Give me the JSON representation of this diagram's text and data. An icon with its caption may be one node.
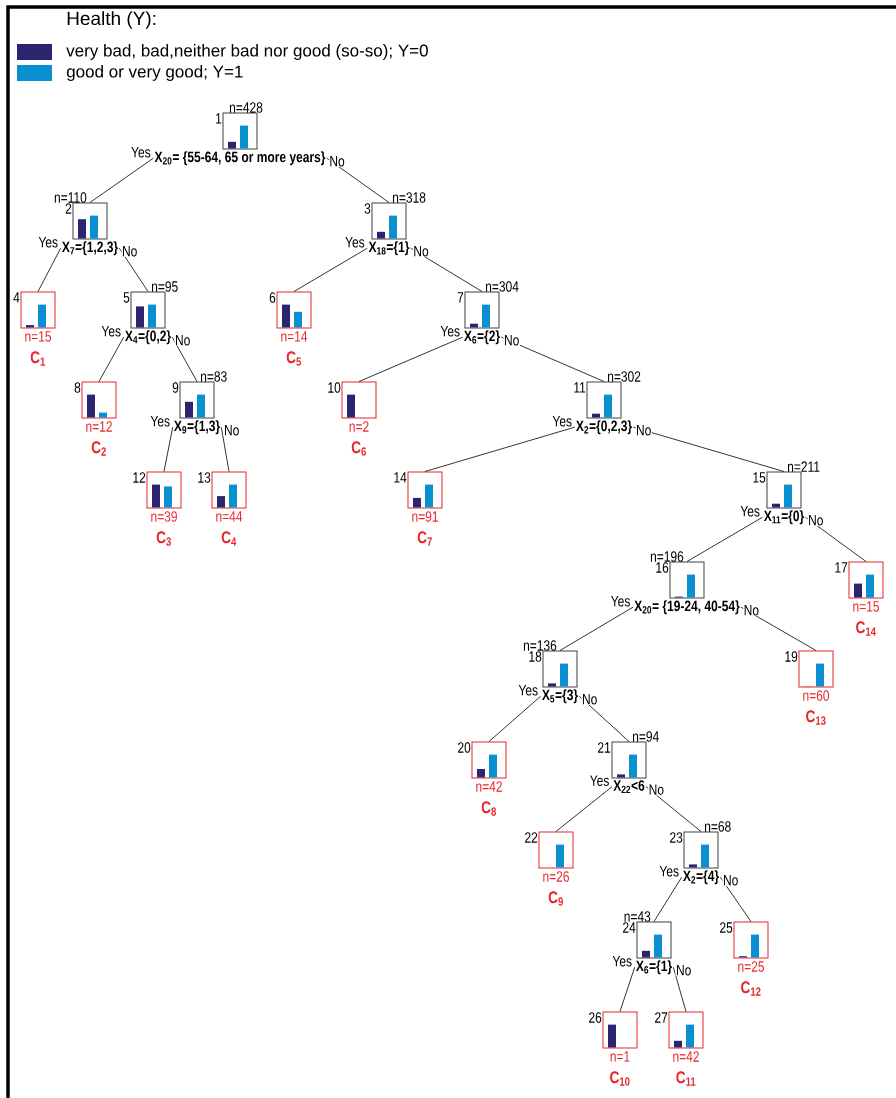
{
  "diagram": {
    "title": "Health (Y):",
    "nodes": [
      {
        "text": [
          "n=428",
          "1",
          "X$_{20}$= {55-64, 65 or more years}"
        ]
      },
      {
        "text": [
          "n=110",
          "2",
          "X$_{7}$={1,2,3}"
        ]
      },
      {
        "text": [
          "n=318",
          "3",
          "X$_{18}$={1}"
        ]
      },
      {
        "text": [
          "4",
          "n=15",
          "C$_{1}$"
        ]
      },
      {
        "text": [
          "n=95",
          "5",
          "X$_{4}$={0,2}"
        ]
      },
      {
        "text": [
          "6",
          "n=14",
          "C$_{5}$"
        ]
      },
      {
        "text": [
          "n=304",
          "7",
          "X$_{6}$={2}"
        ]
      },
      {
        "text": [
          "8",
          "n=12",
          "C$_{2}$"
        ]
      },
      {
        "text": [
          "n=83",
          "9",
          "X$_{9}$={1,3}"
        ]
      },
      {
        "text": [
          "10",
          "n=2",
          "C$_{6}$"
        ]
      },
      {
        "text": [
          "n=302",
          "11",
          "X$_{2}$={0,2,3}"
        ]
      },
      {
        "text": [
          "12",
          "n=39",
          "C$_{3}$"
        ]
      },
      {
        "text": [
          "13",
          "n=44",
          "C$_{4}$"
        ]
      },
      {
        "text": [
          "14",
          "n=91",
          "C$_{7}$"
        ]
      },
      {
        "text": [
          "n=211",
          "15",
          "X$_{11}$={0}"
        ]
      },
      {
        "text": [
          "n=196",
          "16",
          "X$_{20}$= {19-24, 40-54}"
        ]
      },
      {
        "text": [
          "17",
          "n=15",
          "C$_{14}$"
        ]
      },
      {
        "text": [
          "n=136",
          "18",
          "X$_{5}$={3}"
        ]
      },
      {
        "text": [
          "19",
          "n=60",
          "C$_{13}$"
        ]
      },
      {
        "text": [
          "20",
          "n=42",
          "C$_{8}$"
        ]
      },
      {
        "text": [
          "n=94",
          "21",
          "X$_{22}$<6"
        ]
      },
      {
        "text": [
          "22",
          "n=26",
          "C$_{9}$"
        ]
      },
      {
        "text": [
          "n=68",
          "23",
          "X$_{2}$={4}"
        ]
      },
      {
        "text": [
          "n=43",
          "24",
          "X$_{6}$={1}"
        ]
      },
      {
        "text": [
          "25",
          "n=25",
          "C$_{12}$"
        ]
      },
      {
        "text": [
          "26",
          "n=1",
          "C$_{10}$"
        ]
      },
      {
        "text": [
          "27",
          "n=42",
          "C$_{11}$"
        ]
      }
    ],
    "edges": [
      {
        "from": 0,
        "to": 1,
        "arrow": "none",
        "label": "Yes"
      },
      {
        "from": 0,
        "to": 2,
        "arrow": "none",
        "label": "No"
      },
      {
        "from": 1,
        "to": 3,
        "arrow": "none",
        "label": "Yes"
      },
      {
        "from": 1,
        "to": 4,
        "arrow": "none",
        "label": "No"
      },
      {
        "from": 2,
        "to": 5,
        "arrow": "none",
        "label": "Yes"
      },
      {
        "from": 2,
        "to": 6,
        "arrow": "none",
        "label": "No"
      },
      {
        "from": 4,
        "to": 7,
        "arrow": "none",
        "label": "Yes"
      },
      {
        "from": 4,
        "to": 8,
        "arrow": "none",
        "label": "No"
      },
      {
        "from": 6,
        "to": 9,
        "arrow": "none",
        "label": "Yes"
      },
      {
        "from": 6,
        "to": 10,
        "arrow": "none",
        "label": "No"
      },
      {
        "from": 8,
        "to": 11,
        "arrow": "none",
        "label": "Yes"
      },
      {
        "from": 8,
        "to": 12,
        "arrow": "none",
        "label": "No"
      },
      {
        "from": 10,
        "to": 13,
        "arrow": "none",
        "label": "Yes"
      },
      {
        "from": 10,
        "to": 14,
        "arrow": "none",
        "label": "No"
      },
      {
        "from": 14,
        "to": 15,
        "arrow": "none",
        "label": "Yes"
      },
      {
        "from": 14,
        "to": 16,
        "arrow": "none",
        "label": "No"
      },
      {
        "from": 15,
        "to": 17,
        "arrow": "none",
        "label": "Yes"
      },
      {
        "from": 15,
        "to": 18,
        "arrow": "none",
        "label": "No"
      },
      {
        "from": 17,
        "to": 19,
        "arrow": "none",
        "label": "Yes"
      },
      {
        "from": 17,
        "to": 20,
        "arrow": "none",
        "label": "No"
      },
      {
        "from": 20,
        "to": 21,
        "arrow": "none",
        "label": "Yes"
      },
      {
        "from": 20,
        "to": 22,
        "arrow": "none",
        "label": "No"
      },
      {
        "from": 22,
        "to": 23,
        "arrow": "none",
        "label": "Yes"
      },
      {
        "from": 22,
        "to": 24,
        "arrow": "none",
        "label": "No"
      },
      {
        "from": 23,
        "to": 25,
        "arrow": "none",
        "label": "Yes"
      },
      {
        "from": 23,
        "to": 26,
        "arrow": "none",
        "label": "No"
      }
    ],
    "legend": [
      {
        "text": "very bad, bad,neither bad nor good (so-so); Y=0",
        "color": "#2b2570"
      },
      {
        "text": "good or very good; Y=1",
        "color": "#0a8fd0"
      }
    ]
  }
}
